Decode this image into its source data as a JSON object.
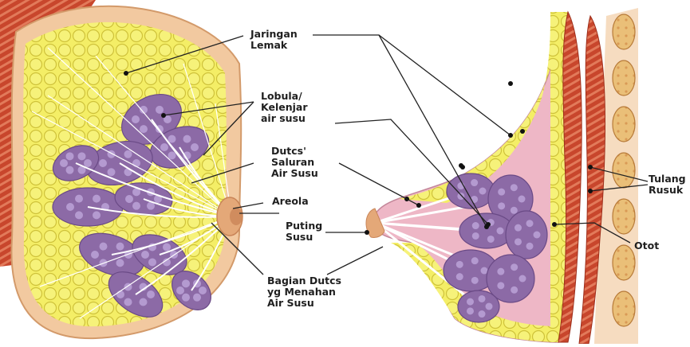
{
  "labels": {
    "jaringan_lemak": [
      "Jaringan",
      "Lemak"
    ],
    "lobula": [
      "Lobula/",
      "Kelenjar",
      "air susu"
    ],
    "ductus": [
      "Dutcs'",
      "Saluran",
      "Air Susu"
    ],
    "areola": "Areola",
    "puting": [
      "Puting",
      "Susu"
    ],
    "bagian_ductus": [
      "Bagian Dutcs",
      "yg Menahan",
      "Air Susu"
    ],
    "tulang_rusuk": [
      "Tulang",
      "Rusuk"
    ],
    "otot": "Otot"
  },
  "colors": {
    "skin": "#f2c9a0",
    "skin_dark": "#e4a878",
    "muscle": "#c8462c",
    "muscle_stripe": "#e27a5a",
    "fat": "#f4ee66",
    "fat_outline": "#c8b830",
    "lobule": "#8c6aa6",
    "lobule_light": "#b49ad0",
    "pink": "#eeb7c6",
    "rib": "#eabf78",
    "duct": "#ffffff",
    "leader": "#222222"
  }
}
